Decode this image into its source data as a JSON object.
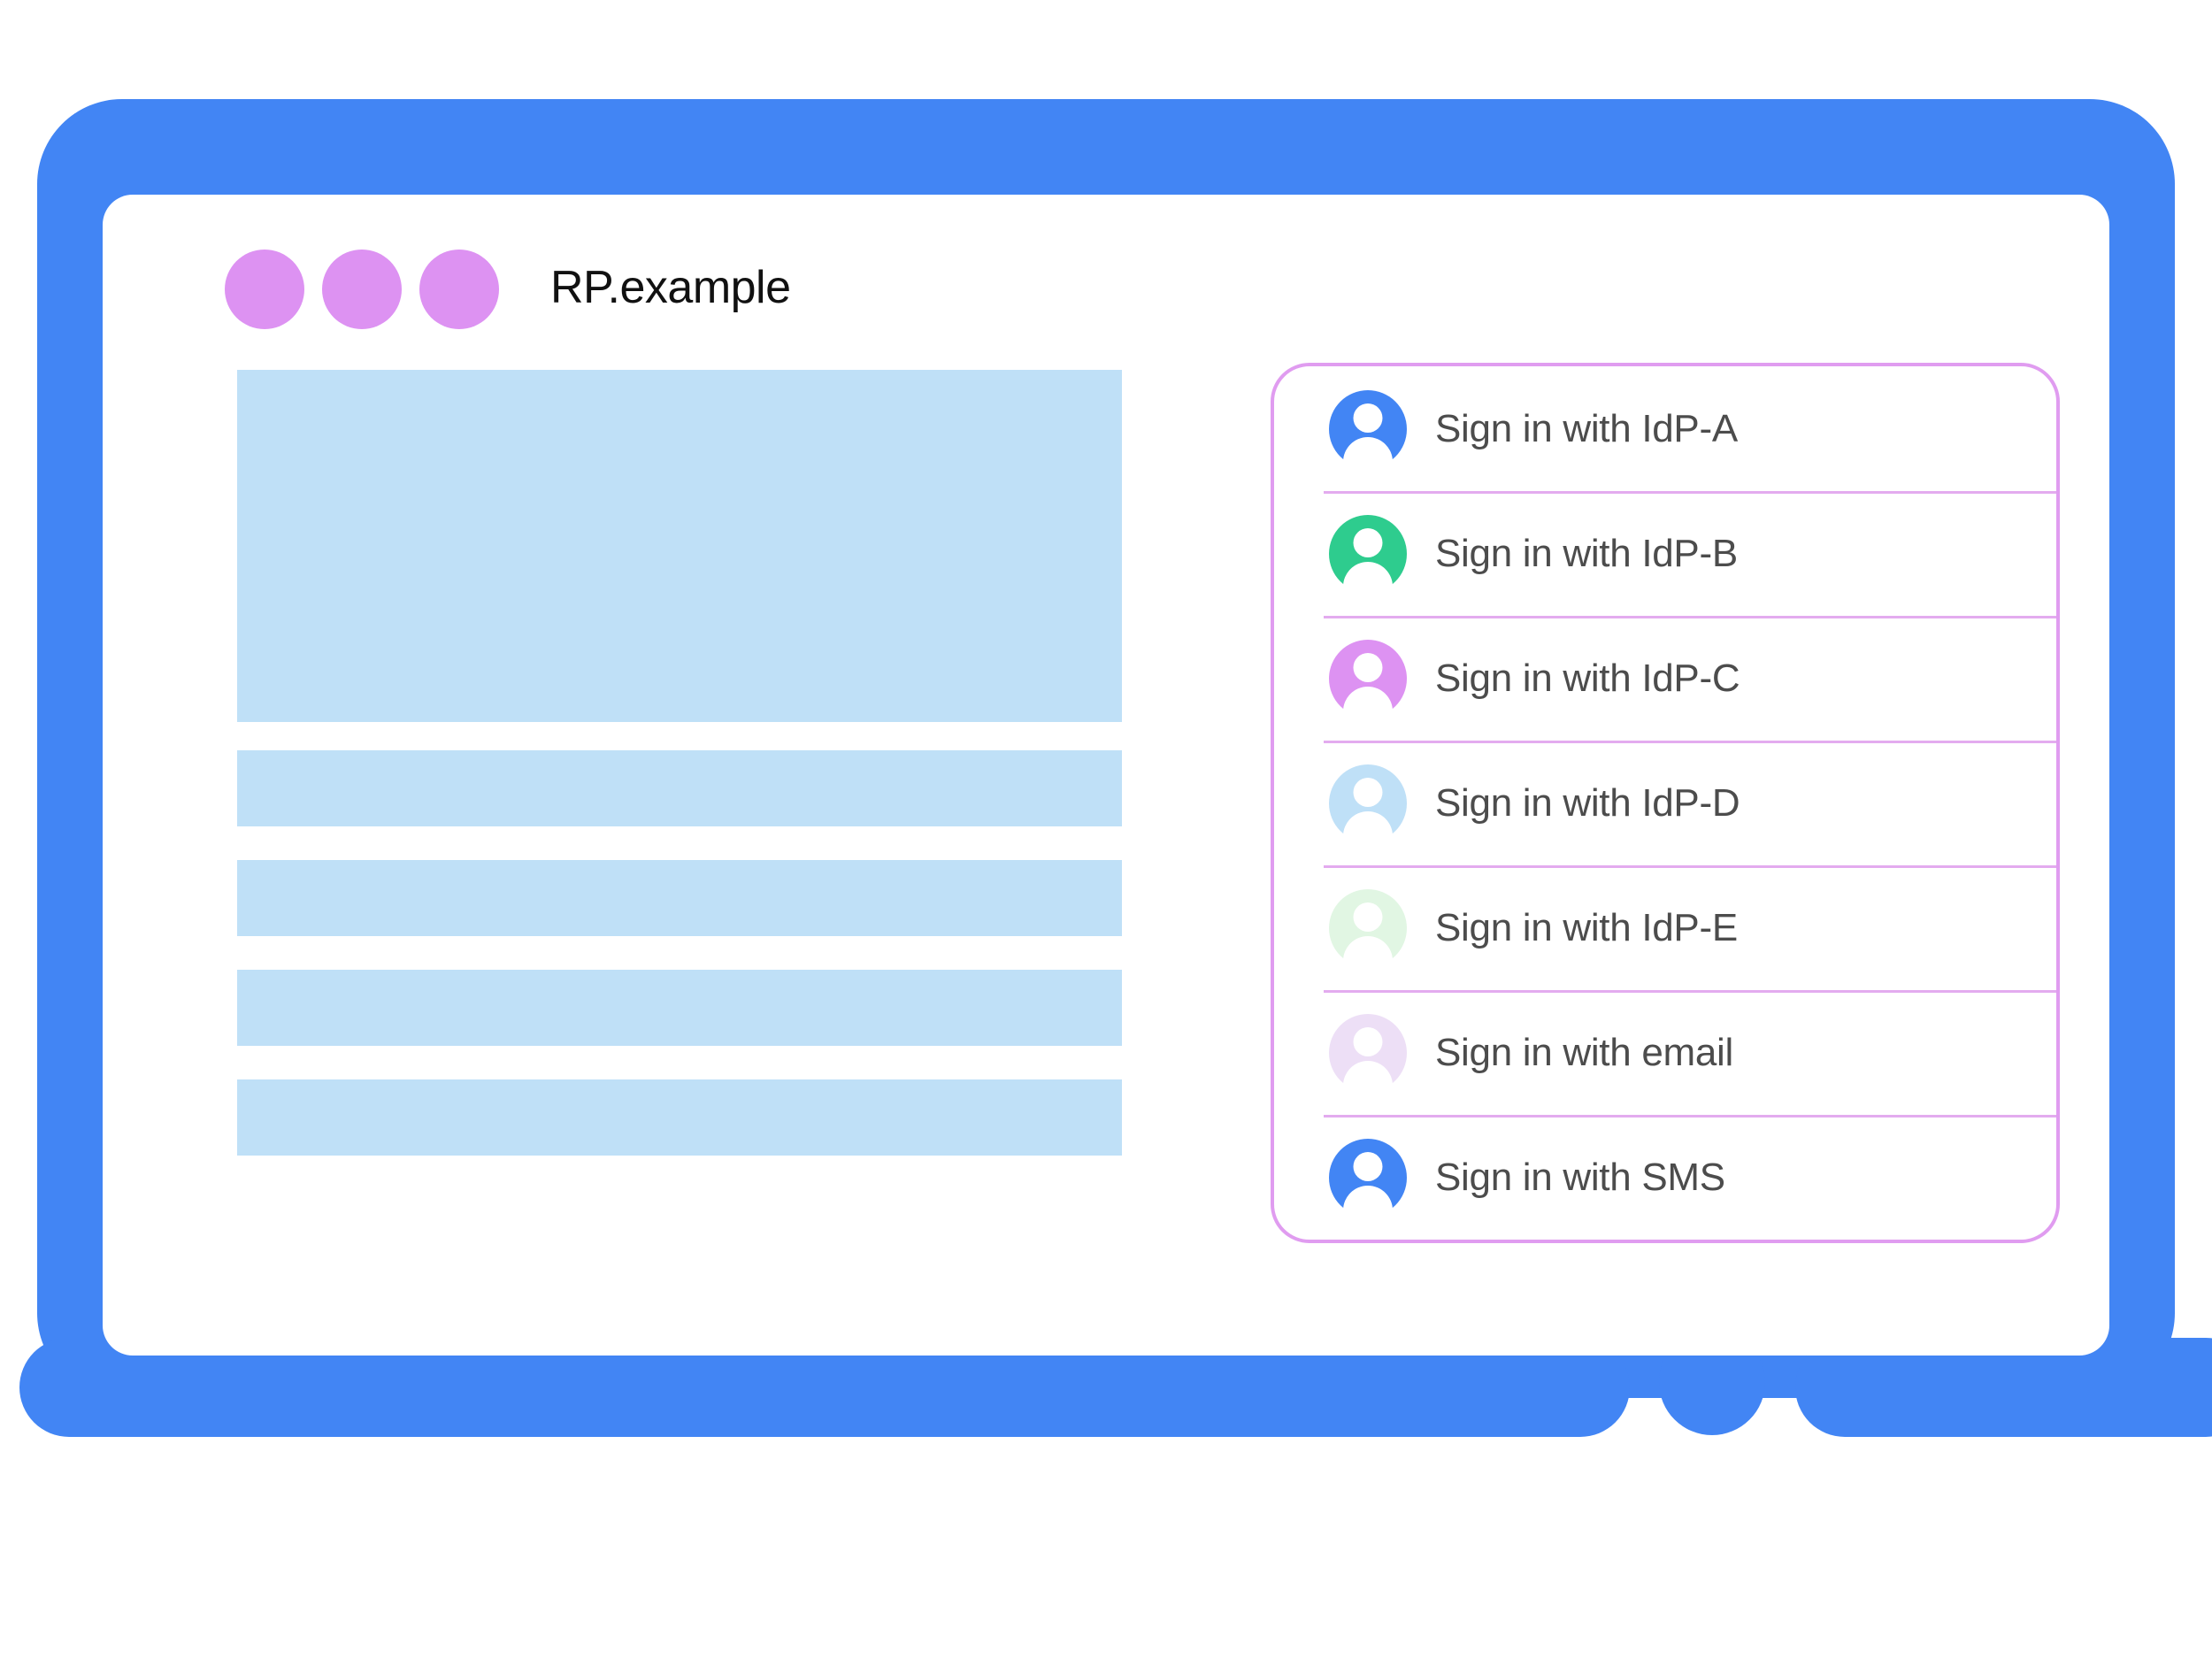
{
  "window": {
    "title": "RP.example",
    "traffic_lights": [
      "window-dot-1",
      "window-dot-2",
      "window-dot-3"
    ],
    "dot_color": "#dd92f2",
    "frame_color": "#4285f4"
  },
  "content_placeholders": [
    {
      "name": "hero-block",
      "kind": "hero"
    },
    {
      "name": "text-bar-1",
      "kind": "bar"
    },
    {
      "name": "text-bar-2",
      "kind": "bar"
    },
    {
      "name": "text-bar-3",
      "kind": "bar"
    },
    {
      "name": "text-bar-4",
      "kind": "bar"
    }
  ],
  "placeholder_color": "#bfe0f7",
  "account_chooser": {
    "border_color": "#e09cf0",
    "divider_color": "#e3abef",
    "label_color": "#4c4c4c",
    "items": [
      {
        "label": "Sign in with IdP-A",
        "icon": "account-avatar-icon",
        "color": "#4285f4"
      },
      {
        "label": "Sign in with IdP-B",
        "icon": "account-avatar-icon",
        "color": "#2ecc8e"
      },
      {
        "label": "Sign in with IdP-C",
        "icon": "account-avatar-icon",
        "color": "#dd92f2"
      },
      {
        "label": "Sign in with IdP-D",
        "icon": "account-avatar-icon",
        "color": "#bfe0f7"
      },
      {
        "label": "Sign in with IdP-E",
        "icon": "account-avatar-icon",
        "color": "#e1f6e3"
      },
      {
        "label": "Sign in with email",
        "icon": "account-avatar-icon",
        "color": "#eddff6"
      },
      {
        "label": "Sign in with SMS",
        "icon": "account-avatar-icon",
        "color": "#4285f4"
      }
    ]
  }
}
